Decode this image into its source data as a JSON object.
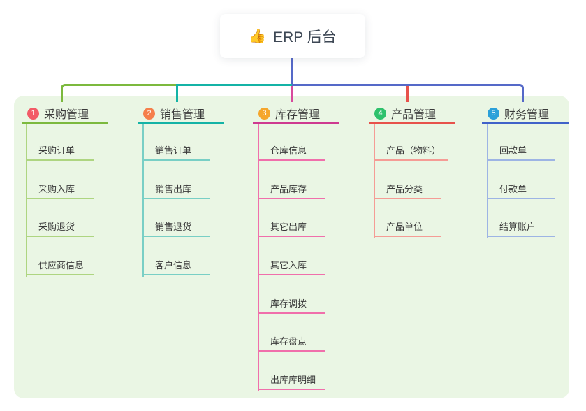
{
  "root": {
    "icon": "👍",
    "title": "ERP 后台"
  },
  "branches": [
    {
      "badge": "1",
      "label": "采购管理",
      "badge_color": "#f25b67",
      "line_color": "#7cb93e",
      "child_line_color": "#aed581",
      "children": [
        "采购订单",
        "采购入库",
        "采购退货",
        "供应商信息"
      ]
    },
    {
      "badge": "2",
      "label": "销售管理",
      "badge_color": "#f57f4b",
      "line_color": "#14b3a6",
      "child_line_color": "#79cfc5",
      "children": [
        "销售订单",
        "销售出库",
        "销售退货",
        "客户信息"
      ]
    },
    {
      "badge": "3",
      "label": "库存管理",
      "badge_color": "#f5a62c",
      "line_color": "#ce3a90",
      "child_line_color": "#f06fab",
      "children": [
        "仓库信息",
        "产品库存",
        "其它出库",
        "其它入库",
        "库存调拨",
        "库存盘点",
        "出库库明细"
      ]
    },
    {
      "badge": "4",
      "label": "产品管理",
      "badge_color": "#2ec16c",
      "line_color": "#e7524b",
      "child_line_color": "#f59c95",
      "children": [
        "产品（物料）",
        "产品分类",
        "产品单位"
      ]
    },
    {
      "badge": "5",
      "label": "财务管理",
      "badge_color": "#2ba0d9",
      "line_color": "#4162c9",
      "child_line_color": "#9db4e4",
      "children": [
        "回款单",
        "付款单",
        "结算账户"
      ]
    }
  ],
  "colors": {
    "canvas_bg": "#ffffff",
    "panel_bg": "#eaf6e4",
    "root_connector": "#5569c8",
    "text": "#3a3a3a"
  }
}
